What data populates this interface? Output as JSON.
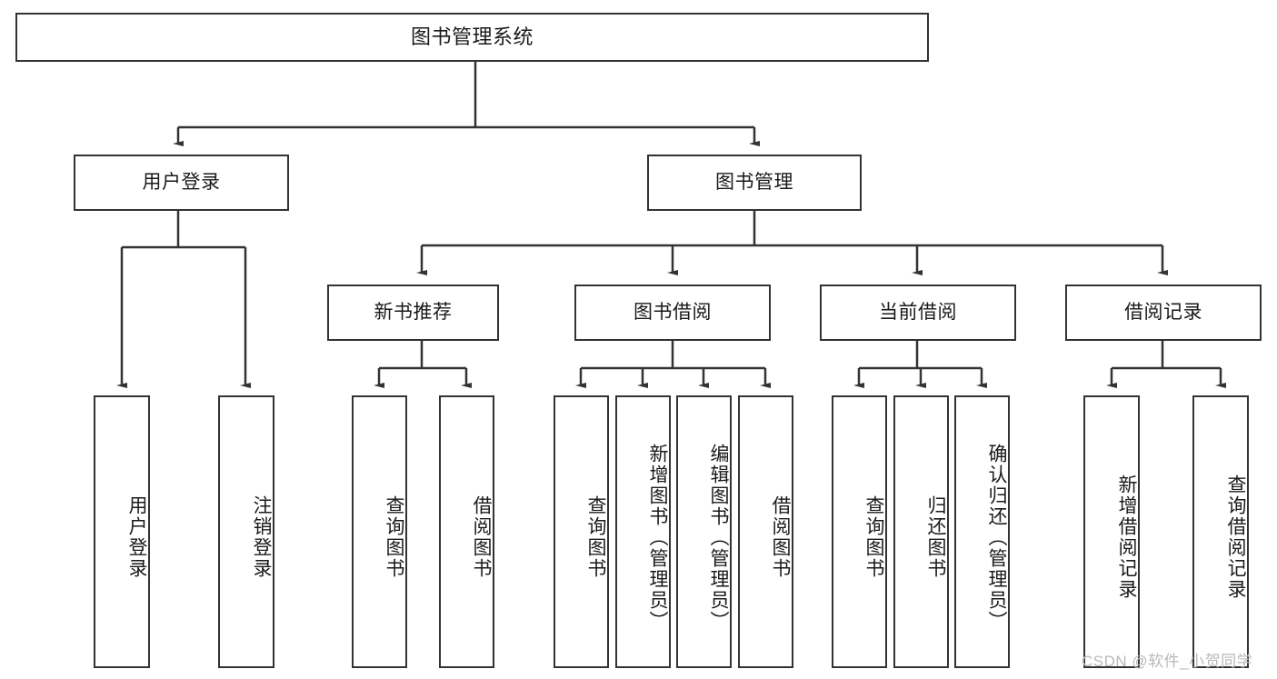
{
  "diagram": {
    "title": "图书管理系统",
    "type": "功能结构图",
    "watermark": "CSDN @软件_小贺同学",
    "colors": {
      "line": "#333333",
      "box_fill": "#ffffff",
      "text": "#1a1a1a",
      "watermark": "#b9b9b9",
      "background": "#ffffff"
    },
    "root": {
      "label": "图书管理系统"
    },
    "level2": [
      {
        "label": "用户登录"
      },
      {
        "label": "图书管理"
      }
    ],
    "level3": [
      {
        "label": "新书推荐"
      },
      {
        "label": "图书借阅"
      },
      {
        "label": "当前借阅"
      },
      {
        "label": "借阅记录"
      }
    ],
    "leaves": {
      "user_login": [
        {
          "label": "用户登录"
        },
        {
          "label": "注销登录"
        }
      ],
      "new_book": [
        {
          "label": "查询图书"
        },
        {
          "label": "借阅图书"
        }
      ],
      "book_borrow": [
        {
          "label": "查询图书"
        },
        {
          "label": "新增图书（管理员）"
        },
        {
          "label": "编辑图书（管理员）"
        },
        {
          "label": "借阅图书"
        }
      ],
      "current_borrow": [
        {
          "label": "查询图书"
        },
        {
          "label": "归还图书"
        },
        {
          "label": "确认归还（管理员）"
        }
      ],
      "borrow_record": [
        {
          "label": "新增借阅记录"
        },
        {
          "label": "查询借阅记录"
        }
      ]
    }
  }
}
